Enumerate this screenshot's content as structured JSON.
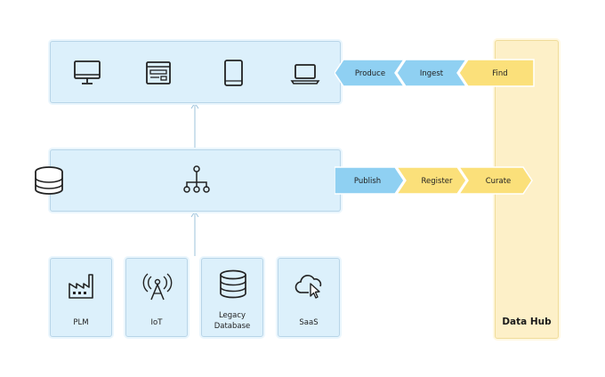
{
  "hub": {
    "label": "Data Hub"
  },
  "colors": {
    "blue": "#8fd0f2",
    "yellow": "#fbe07a",
    "panel": "#dcf0fb",
    "hub": "#fdf0c8"
  },
  "top_row": {
    "icons": [
      "monitor-icon",
      "browser-window-icon",
      "tablet-icon",
      "laptop-icon"
    ],
    "chevrons": [
      {
        "label": "Produce",
        "color": "blue"
      },
      {
        "label": "Ingest",
        "color": "blue"
      },
      {
        "label": "Find",
        "color": "yellow"
      }
    ]
  },
  "middle_row": {
    "icons": [
      "database-icon",
      "hierarchy-icon"
    ],
    "chevrons": [
      {
        "label": "Publish",
        "color": "blue"
      },
      {
        "label": "Register",
        "color": "yellow"
      },
      {
        "label": "Curate",
        "color": "yellow"
      }
    ]
  },
  "sources": [
    {
      "label": "PLM",
      "icon": "factory-icon"
    },
    {
      "label": "IoT",
      "icon": "antenna-icon"
    },
    {
      "label": "Legacy\nDatabase",
      "icon": "database-icon"
    },
    {
      "label": "SaaS",
      "icon": "cloud-cursor-icon"
    }
  ]
}
